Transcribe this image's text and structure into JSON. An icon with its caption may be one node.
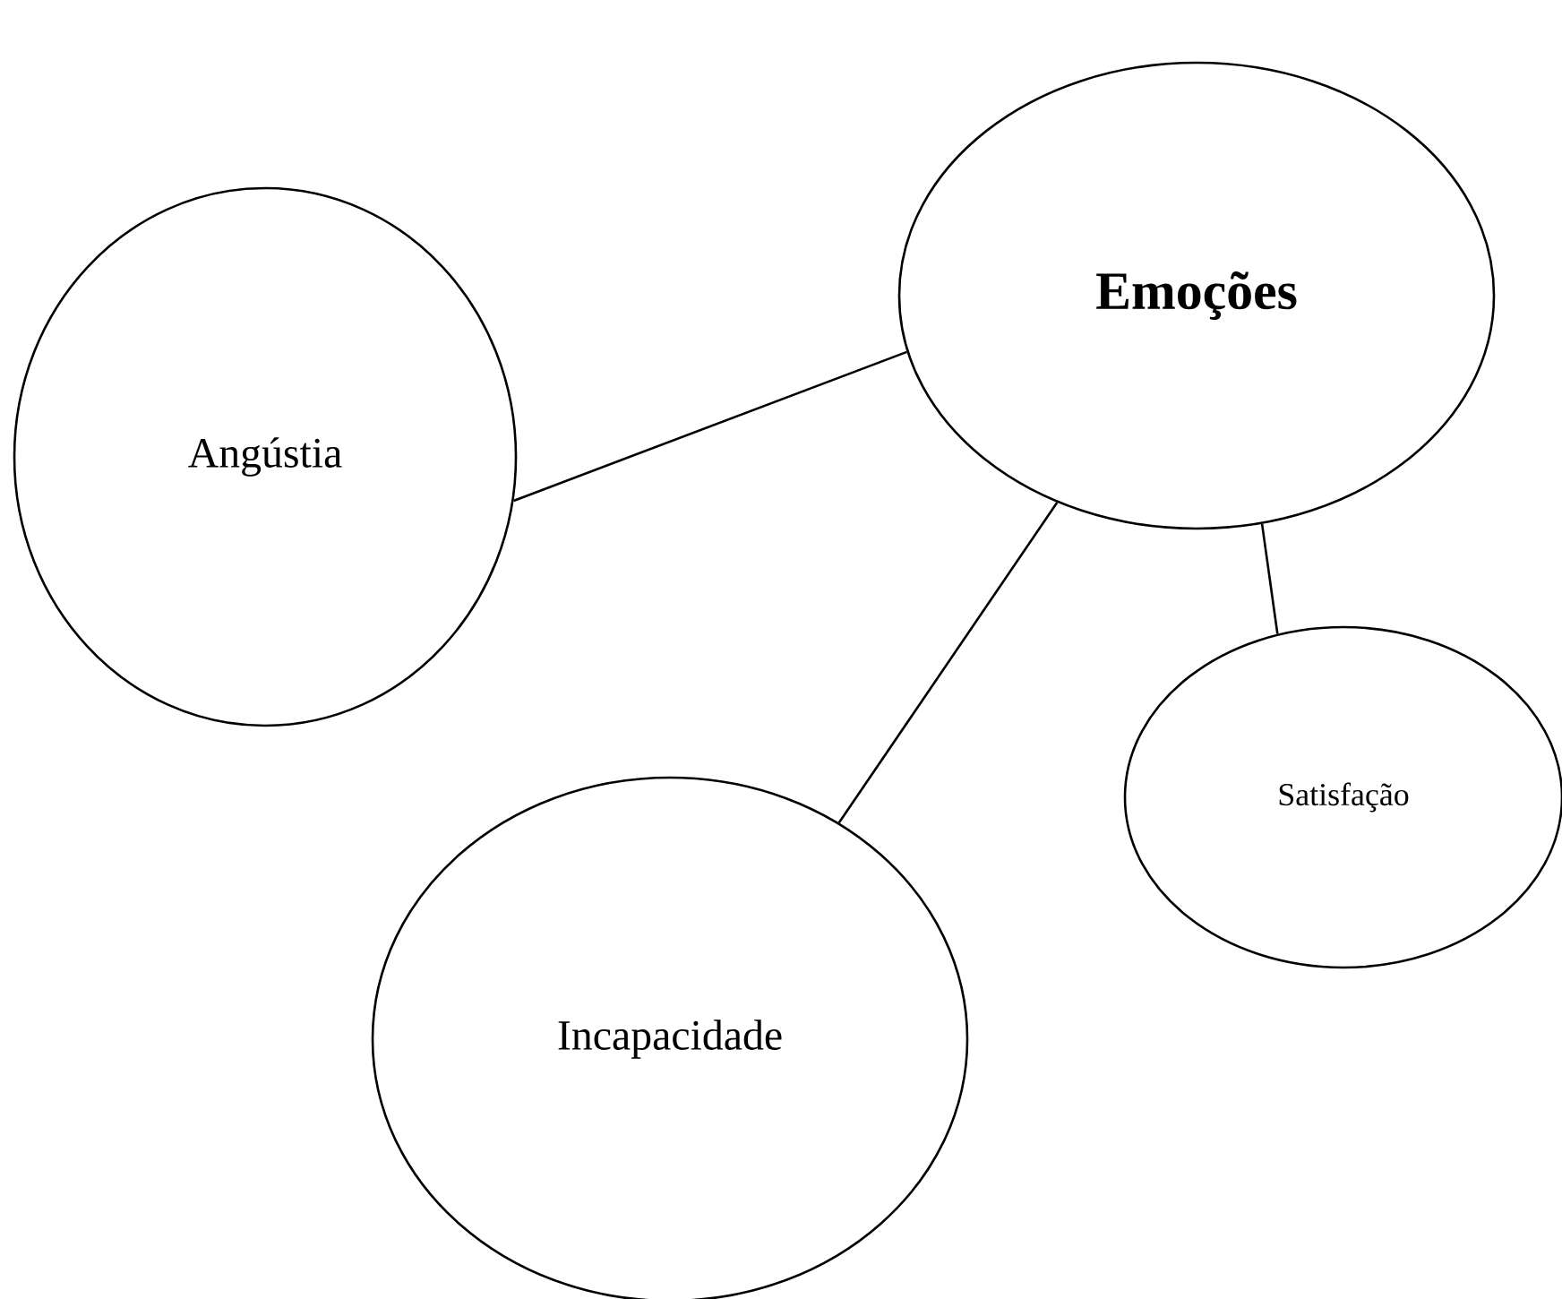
{
  "diagram": {
    "nodes": [
      {
        "text": [
          "**Emoções**"
        ]
      },
      {
        "text": [
          "Angústia"
        ]
      },
      {
        "text": [
          "Incapacidade"
        ]
      },
      {
        "text": [
          "Satisfação"
        ]
      }
    ],
    "edges": [
      {
        "from": 0,
        "to": 1,
        "arrow": "none"
      },
      {
        "from": 0,
        "to": 2,
        "arrow": "none"
      },
      {
        "from": 0,
        "to": 3,
        "arrow": "none"
      }
    ]
  }
}
